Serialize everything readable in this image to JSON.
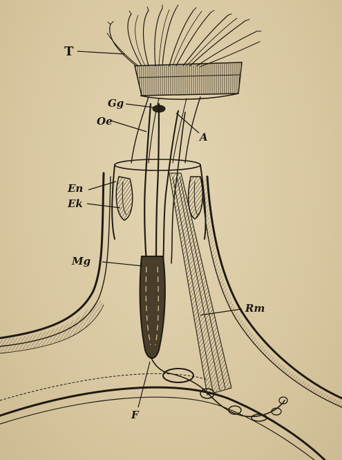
{
  "figure": {
    "labels": {
      "tentacles": "T",
      "ganglion": "Gg",
      "oesophagus": "Oe",
      "anus": "A",
      "endocyst": "En",
      "ectocyst": "Ek",
      "stomach": "Mg",
      "retractor_muscle": "Rm",
      "funiculus": "F"
    }
  }
}
